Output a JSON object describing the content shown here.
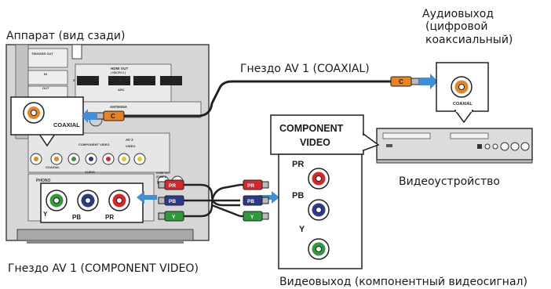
{
  "captions": {
    "device_rear": "Аппарат (вид сзади)",
    "coaxial_jack": "Гнездо AV 1 (COAXIAL)",
    "component_jack": "Гнездо AV 1 (COMPONENT VIDEO)",
    "video_device": "Видеоустройство",
    "component_out": "Видеовыход (компонентный видеосигнал)",
    "audio_out_lines": [
      "Аудиовыход",
      "(цифровой",
      "коаксиальный)"
    ]
  },
  "panel_labels": {
    "coaxial": "COAXIAL",
    "coaxial_small": "COAXIAL",
    "y": "Y",
    "pb": "PB",
    "pr": "PR",
    "trigger_out": "TRIGGER OUT",
    "hdmi_out": "HDMI OUT",
    "hdcp": "( HDCP2.2 )",
    "arc": "ARC",
    "antenna": "ANTENNA",
    "component_video_small": "COMPONENT VIDEO",
    "av2": "AV 2",
    "video_small": "VIDEO",
    "phono": "PHONO",
    "zone_out": "ZONE OUT",
    "zone2": "ZONE 2",
    "audio_small": "AUDIO",
    "in_small": "IN",
    "out_small": "OUT",
    "num1": "1",
    "num2": "2"
  },
  "plug_labels": {
    "coax": "C",
    "pr": "PR",
    "pb": "PB",
    "y": "Y"
  },
  "component_panel": {
    "title_lines": [
      "COMPONENT",
      "VIDEO"
    ],
    "pr": "PR",
    "pb": "PB",
    "y": "Y"
  },
  "colors": {
    "orange": "#e8831f",
    "red": "#d9262b",
    "blue": "#2b3a8c",
    "green": "#2f9a3a",
    "arrow": "#3f8fd8",
    "device_body": "#dcdcdc",
    "cable": "#222222"
  },
  "icons": [
    "arrow-left-icon",
    "arrow-right-icon",
    "rca-jack-icon",
    "video-player-icon"
  ]
}
